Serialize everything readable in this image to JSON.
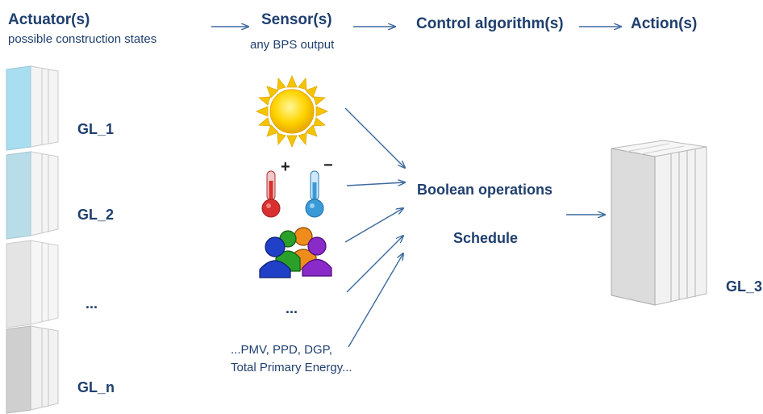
{
  "header": {
    "actuators_title": "Actuator(s)",
    "actuators_sub": "possible construction states",
    "sensors_title": "Sensor(s)",
    "sensors_sub": "any BPS output",
    "control_title": "Control algorithm(s)",
    "actions_title": "Action(s)"
  },
  "actuators": [
    {
      "label": "GL_1",
      "glass_color": "#a9def0"
    },
    {
      "label": "GL_2",
      "glass_color": "#b9dde8"
    },
    {
      "label": "...",
      "glass_color": "#e4e4e4"
    },
    {
      "label": "GL_n",
      "glass_color": "#cfcfcf"
    }
  ],
  "sensors": {
    "icons": [
      "sun-icon",
      "thermometer-hot-icon",
      "thermometer-cold-icon",
      "people-icon"
    ],
    "plus_sign": "+",
    "minus_sign": "−",
    "ellipsis": "...",
    "outputs_line1": "...PMV, PPD,  DGP,",
    "outputs_line2": "Total Primary Energy..."
  },
  "control": {
    "boolean": "Boolean operations",
    "schedule": "Schedule"
  },
  "action": {
    "label": "GL_3"
  },
  "colors": {
    "text": "#1f3f6e",
    "arrow": "#3d6a9e"
  }
}
